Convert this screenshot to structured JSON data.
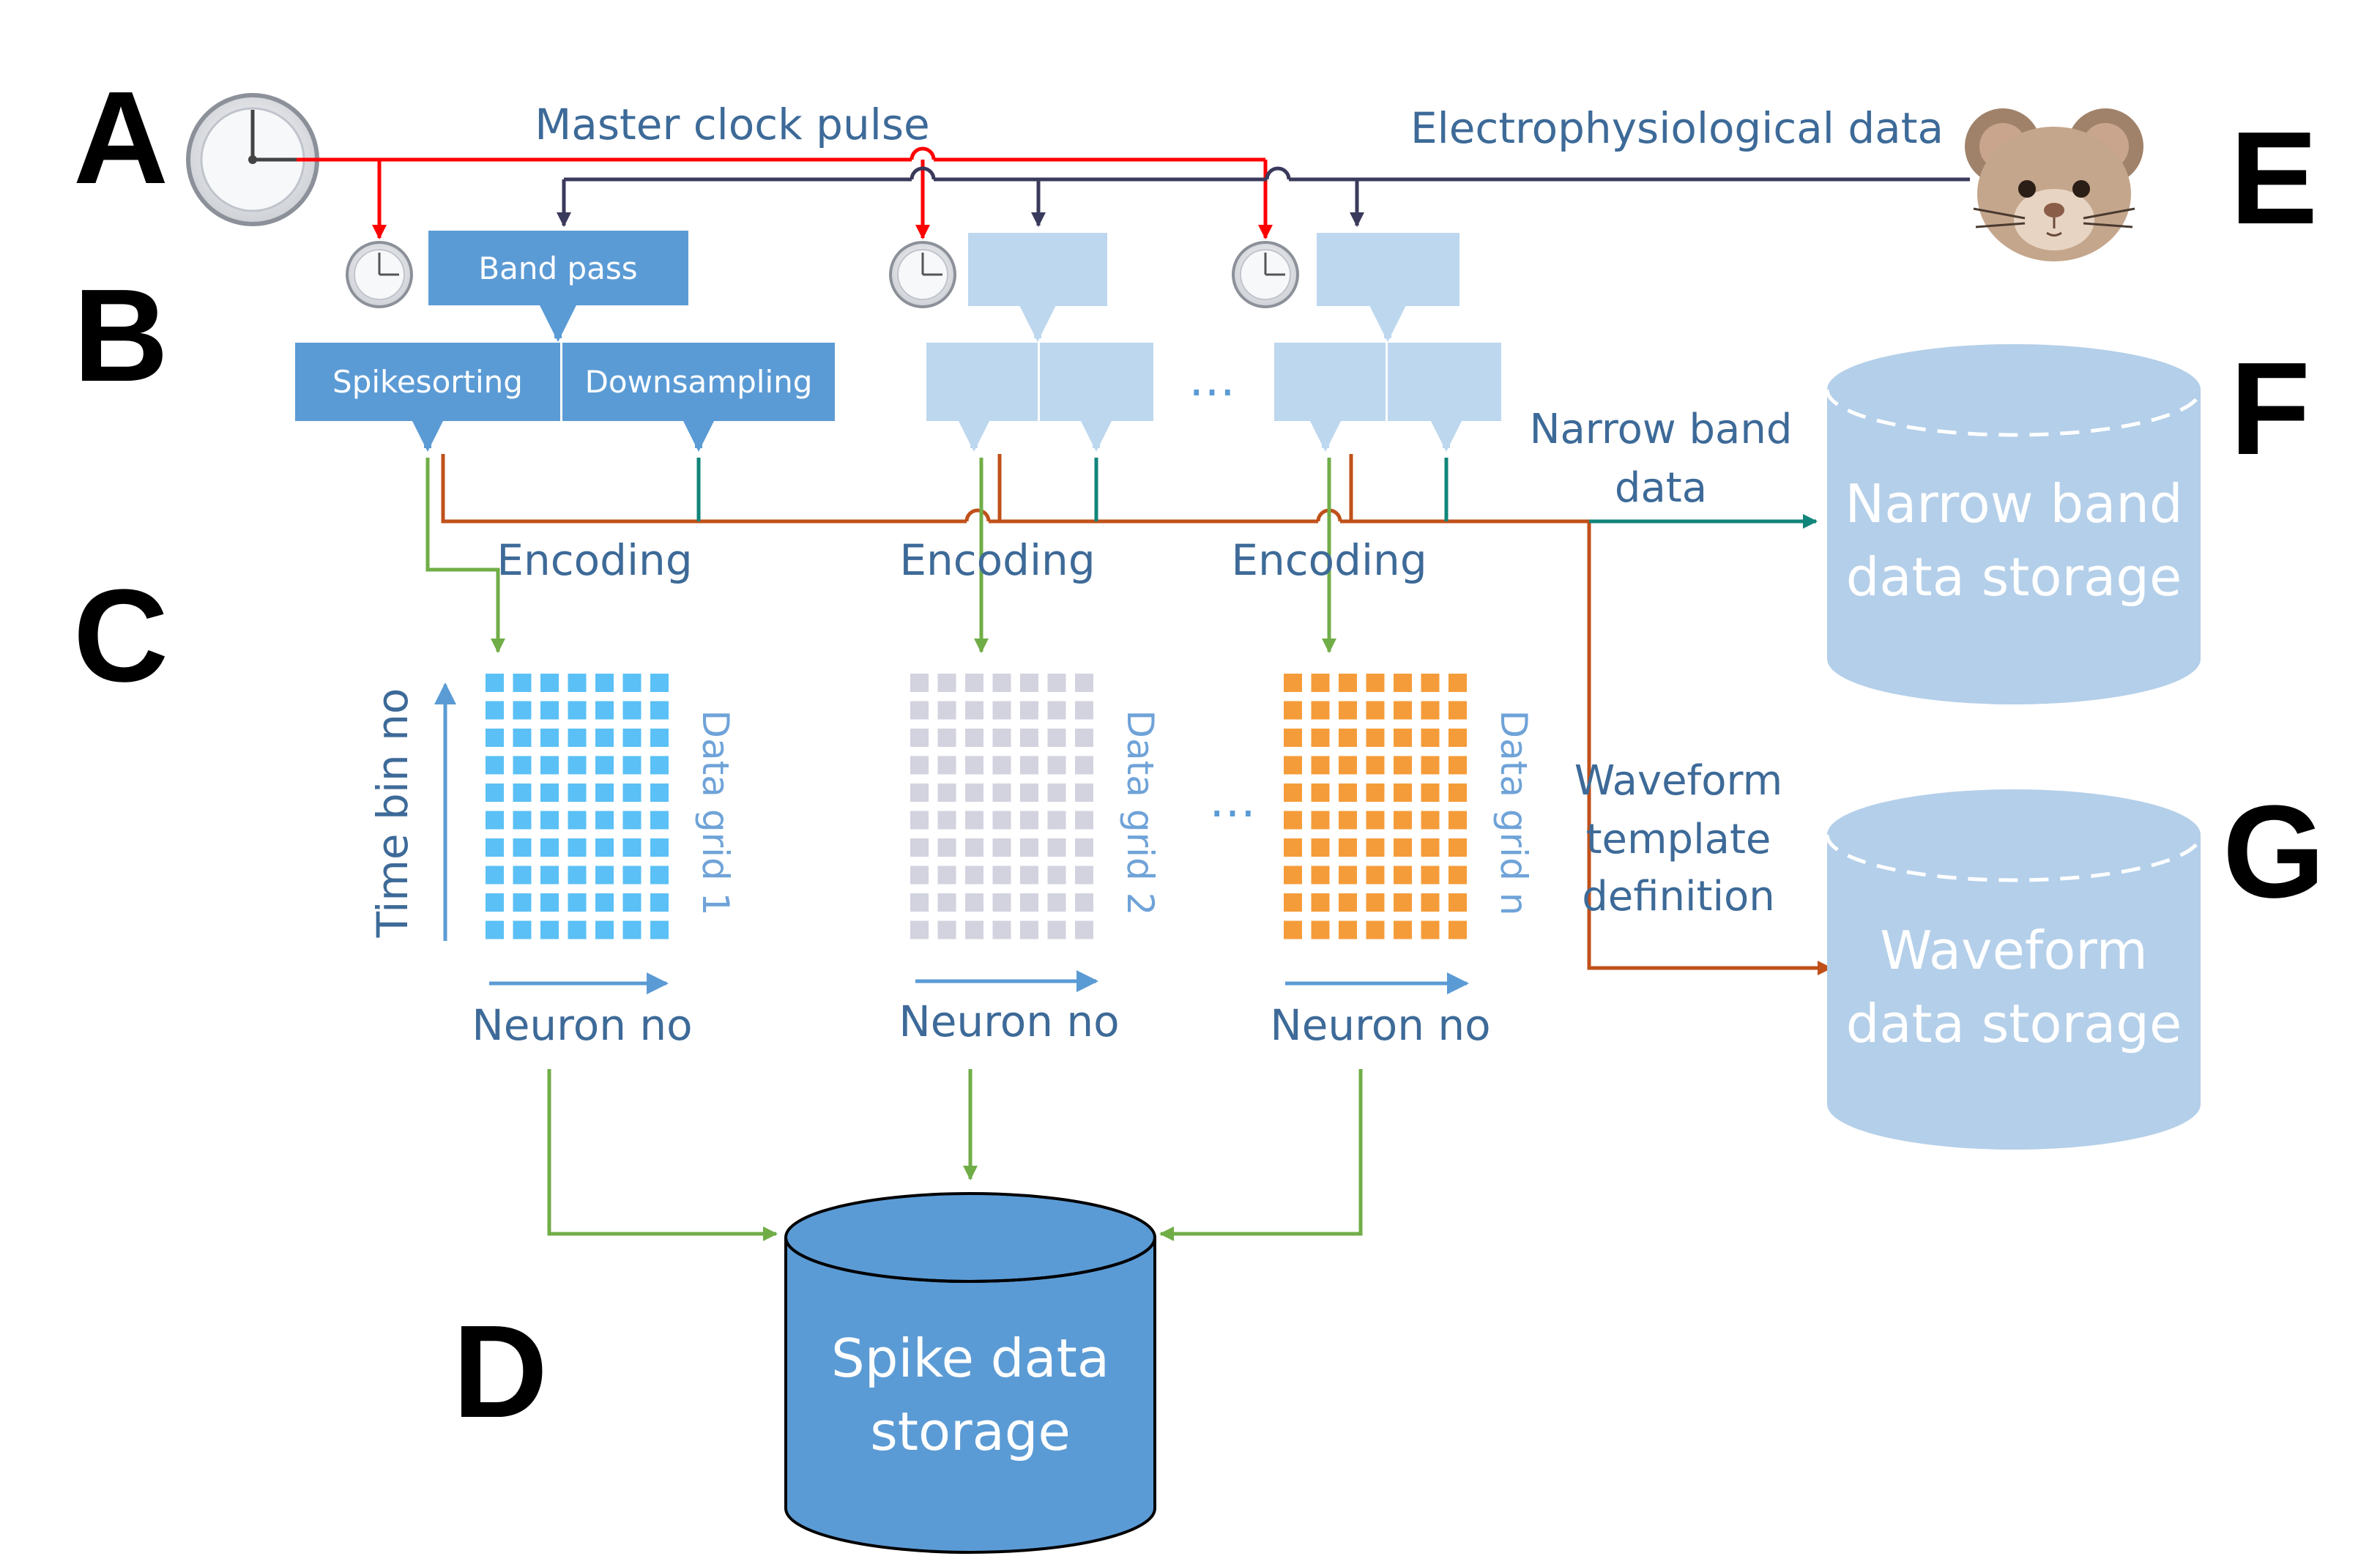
{
  "panel_letters": [
    "A",
    "B",
    "C",
    "D",
    "E",
    "F",
    "G"
  ],
  "signals": {
    "master_clock": "Master clock pulse",
    "electrophysiological": "Electrophysiological data"
  },
  "processing": {
    "band_pass": "Band pass",
    "spikesorting": "Spikesorting",
    "downsampling": "Downsampling",
    "ellipsis": "…"
  },
  "encoding_label": "Encoding",
  "grids": [
    {
      "label": "Data grid 1",
      "color": "#5bc0f5",
      "columns": 7,
      "rows": 10
    },
    {
      "label": "Data grid 2",
      "color": "#d2d3df",
      "columns": 7,
      "rows": 10
    },
    {
      "label": "Data grid n",
      "color": "#f59c3a",
      "columns": 7,
      "rows": 10
    }
  ],
  "axes": {
    "x": "Neuron no",
    "y": "Time bin no"
  },
  "grid_ellipsis": "…",
  "outputs": {
    "narrow_band": [
      "Narrow band",
      "data"
    ],
    "waveform_template": [
      "Waveform",
      "template",
      "definition"
    ]
  },
  "storage": {
    "narrow_band": [
      "Narrow band",
      "data storage"
    ],
    "waveform": [
      "Waveform",
      "data storage"
    ],
    "spike": [
      "Spike data",
      "storage"
    ]
  },
  "colors": {
    "clock_line": "#ff0000",
    "ephys_line": "#3a3a5c",
    "box_active": "#5b9bd5",
    "box_inactive": "#bdd7ee",
    "label_text": "#3d6a98",
    "orange_line": "#c0501a",
    "green_line": "#70ad47",
    "teal_line": "#12857a",
    "storage_light": "#b4cfe9",
    "storage_dark": "#5b9bd5"
  },
  "icons": [
    "clock-icon",
    "mouse-icon",
    "database-icon"
  ]
}
